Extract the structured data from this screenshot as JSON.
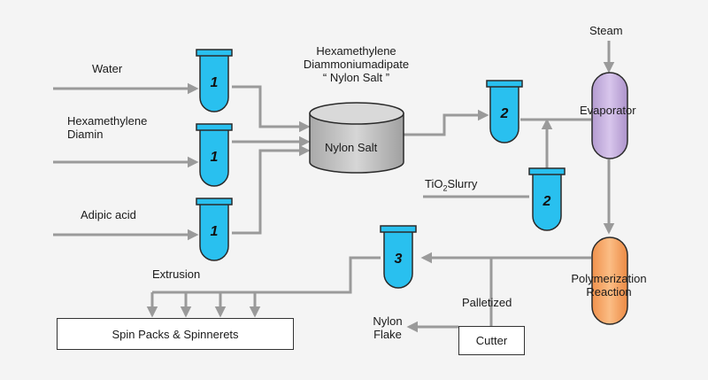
{
  "colors": {
    "line": "#9a9a9a",
    "tube": "#29c0ef",
    "tube_cap": "#1e8fbf",
    "tank": "#c8c8c8",
    "evaporator": "#c9b3e0",
    "reactor": "#f6a86a",
    "stroke": "#2a2a2a"
  },
  "icons": [
    "feed-tube-icon",
    "storage-tank-icon",
    "evaporator-vessel-icon",
    "reactor-vessel-icon",
    "arrow-icon"
  ],
  "labels": {
    "water": "Water",
    "hmd_line1": "Hexamethylene",
    "hmd_line2": "Diamin",
    "adipic": "Adipic acid",
    "nylon_salt_title1": "Hexamethylene",
    "nylon_salt_title2": "Diammoniumadipate",
    "nylon_salt_title3": "“ Nylon Salt ”",
    "tank": "Nylon Salt",
    "tio2_prefix": "TiO",
    "tio2_sub": "2",
    "tio2_suffix": "Slurry",
    "steam": "Steam",
    "evaporator": "Evaporator",
    "polymer_line1": "Polymerization",
    "polymer_line2": "Reaction",
    "extrusion": "Extrusion",
    "spin_packs": "Spin Packs & Spinnerets",
    "palletized": "Palletized",
    "cutter": "Cutter",
    "nylon_flake_line1": "Nylon",
    "nylon_flake_line2": "Flake"
  },
  "tubes": {
    "water": "1",
    "hmd": "1",
    "adipic": "1",
    "salt_out": "2",
    "tio2": "2",
    "extrude": "3"
  }
}
